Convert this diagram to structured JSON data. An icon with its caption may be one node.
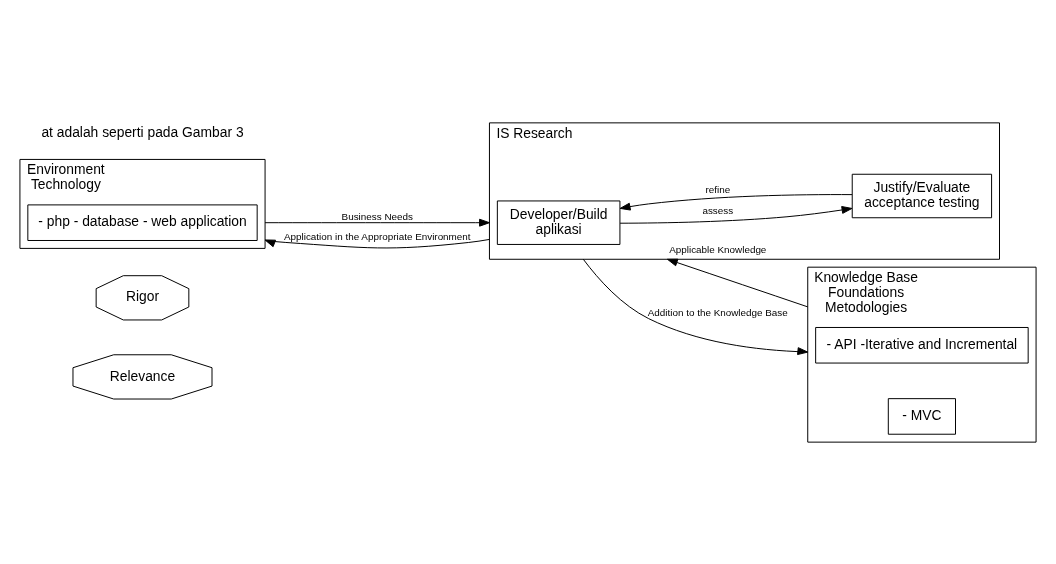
{
  "diagram": {
    "nodes": [
      {
        "text": [
          "Relevance"
        ]
      },
      {
        "text": [
          "Rigor"
        ]
      },
      {
        "text": [
          "Environment",
          "Technology"
        ]
      },
      {
        "text": [
          "- php - database - web application"
        ],
        "in": 2
      },
      {
        "text": [
          "IS Research"
        ]
      },
      {
        "text": [
          "Developer/Build",
          "aplikasi"
        ],
        "in": 4
      },
      {
        "text": [
          "Justify/Evaluate",
          "acceptance testing"
        ],
        "in": 4
      },
      {
        "text": [
          "Knowledge Base",
          "Foundations",
          "Metodologies"
        ]
      },
      {
        "text": [
          "- API -Iterative and Incremental"
        ],
        "in": 7
      },
      {
        "text": [
          "- MVC"
        ],
        "in": 7
      }
    ],
    "edges": [
      {
        "from": 2,
        "to": 4,
        "arrow": "to",
        "label": "Business Needs"
      },
      {
        "from": 5,
        "to": 6,
        "arrow": "to",
        "label": "assess"
      },
      {
        "from": 6,
        "to": 5,
        "arrow": "to",
        "label": "refine"
      },
      {
        "from": 7,
        "to": 4,
        "arrow": "to",
        "label": "Applicable Knowledge"
      },
      {
        "from": 4,
        "to": 2,
        "arrow": "to",
        "label": "Application in the Appropriate Environment"
      },
      {
        "from": 4,
        "to": 7,
        "arrow": "to",
        "label": "Addition to the Knowledge Base"
      }
    ],
    "labels": [
      "at adalah seperti pada Gambar 3"
    ]
  }
}
